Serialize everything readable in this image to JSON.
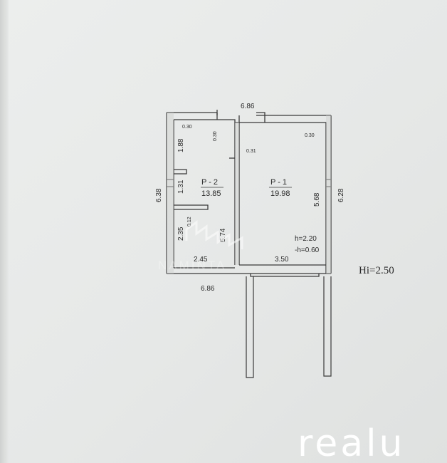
{
  "plan": {
    "top_total": "6.86",
    "bottom_total": "6.86",
    "left_total": "6.38",
    "right_total": "6.28",
    "wall_top_left": "0.30",
    "wall_top_left_2": "0.30",
    "wall_top_right": "0.30",
    "partition": "0.31",
    "room2_upper_h": "1.88",
    "room2_mid_h": "1.31",
    "room2_lower_h": "2.35",
    "room2_small": "0.12",
    "room2_inner_h": "5.74",
    "room2_w": "2.45",
    "room1_h": "5.68",
    "room1_w": "3.50",
    "h_plus": "h=2.20",
    "h_minus": "-h=0.60",
    "hi": "Hi=2.50"
  },
  "rooms": [
    {
      "label": "P - 2",
      "area": "13.85"
    },
    {
      "label": "P - 1",
      "area": "19.98"
    }
  ],
  "watermark": "NAMINTA",
  "brand": "realu"
}
